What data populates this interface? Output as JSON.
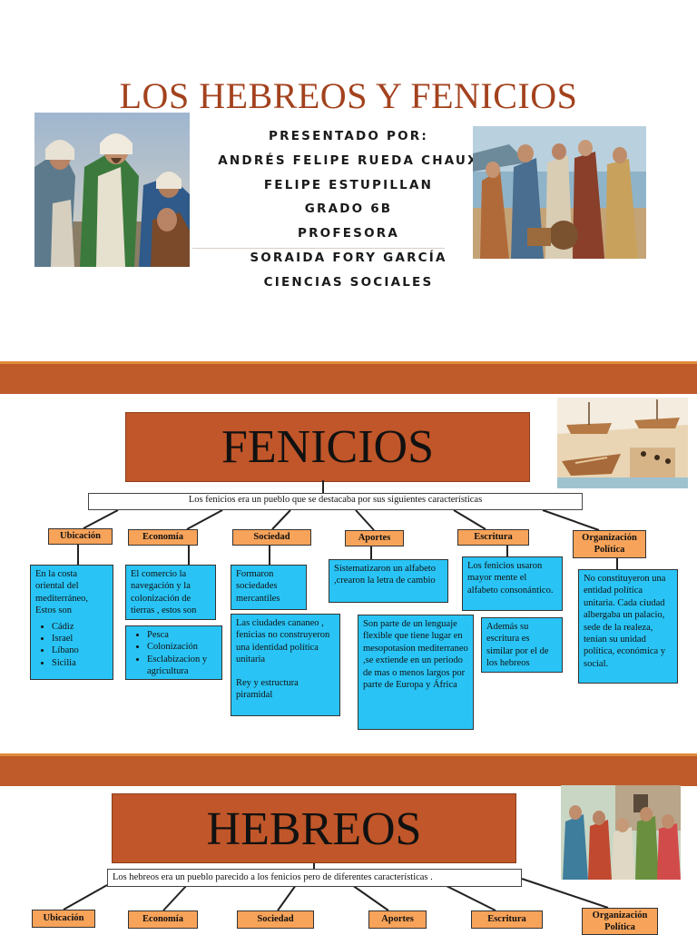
{
  "slide1": {
    "title": "LOS HEBREOS Y FENICIOS",
    "credits": [
      "PRESENTADO POR:",
      "ANDRÉS FELIPE RUEDA CHAUX",
      "FELIPE ESTUPILLAN",
      "GRADO 6B",
      "PROFESORA",
      "SORAIDA FORY GARCÍA",
      "CIENCIAS SOCIALES"
    ]
  },
  "fenicios": {
    "title": "FENICIOS",
    "intro": "Los fenicios era un pueblo que se destacaba por sus siguientes características",
    "categories": {
      "ubicacion": "Ubicación",
      "economia": "Economía",
      "sociedad": "Sociedad",
      "aportes": "Aportes",
      "escritura": "Escritura",
      "organizacion": "Organización Política"
    },
    "ubicacion_text": "En la costa oriental del mediterráneo, Estos son",
    "ubicacion_items": [
      "Cádiz",
      "Israel",
      "Líbano",
      "Sicilia"
    ],
    "economia_text": "El comercio la navegación y la colonización de tierras , estos son",
    "economia_items": [
      "Pesca",
      "Colonización",
      "Esclabizacion y agricultura"
    ],
    "sociedad_text1": "Formaron sociedades mercantiles",
    "sociedad_text2": "Las ciudades cananeo , fenicias no construyeron una identidad política unitaria",
    "sociedad_text3": "Rey y estructura piramidal",
    "aportes_text1": "Sistematizaron un alfabeto ,crearon la letra de cambio",
    "aportes_text2": "Son parte de un lenguaje flexible que tiene lugar en mesopotasion mediterraneo ,se extiende en un periodo de mas o menos largos por parte de Europa y África",
    "escritura_text1": "Los fenicios usaron mayor mente el alfabeto consonántico.",
    "escritura_text2": "Además su escritura es similar por el de los hebreos",
    "organizacion_text": "No constituyeron una entidad política unitaria. Cada ciudad albergaba un palacio, sede de la realeza, tenían su unidad política, económica y social."
  },
  "hebreos": {
    "title": "HEBREOS",
    "intro": "Los hebreos era un pueblo parecido a los fenicios pero de diferentes características .",
    "categories": {
      "ubicacion": "Ubicación",
      "economia": "Economía",
      "sociedad": "Sociedad",
      "aportes": "Aportes",
      "escritura": "Escritura",
      "organizacion": "Organización Política"
    }
  },
  "colors": {
    "title_red": "#a3421e",
    "band": "#bf5a2b",
    "title_box": "#c05629",
    "category_orange": "#f7a35a",
    "info_blue": "#29c4f5"
  }
}
